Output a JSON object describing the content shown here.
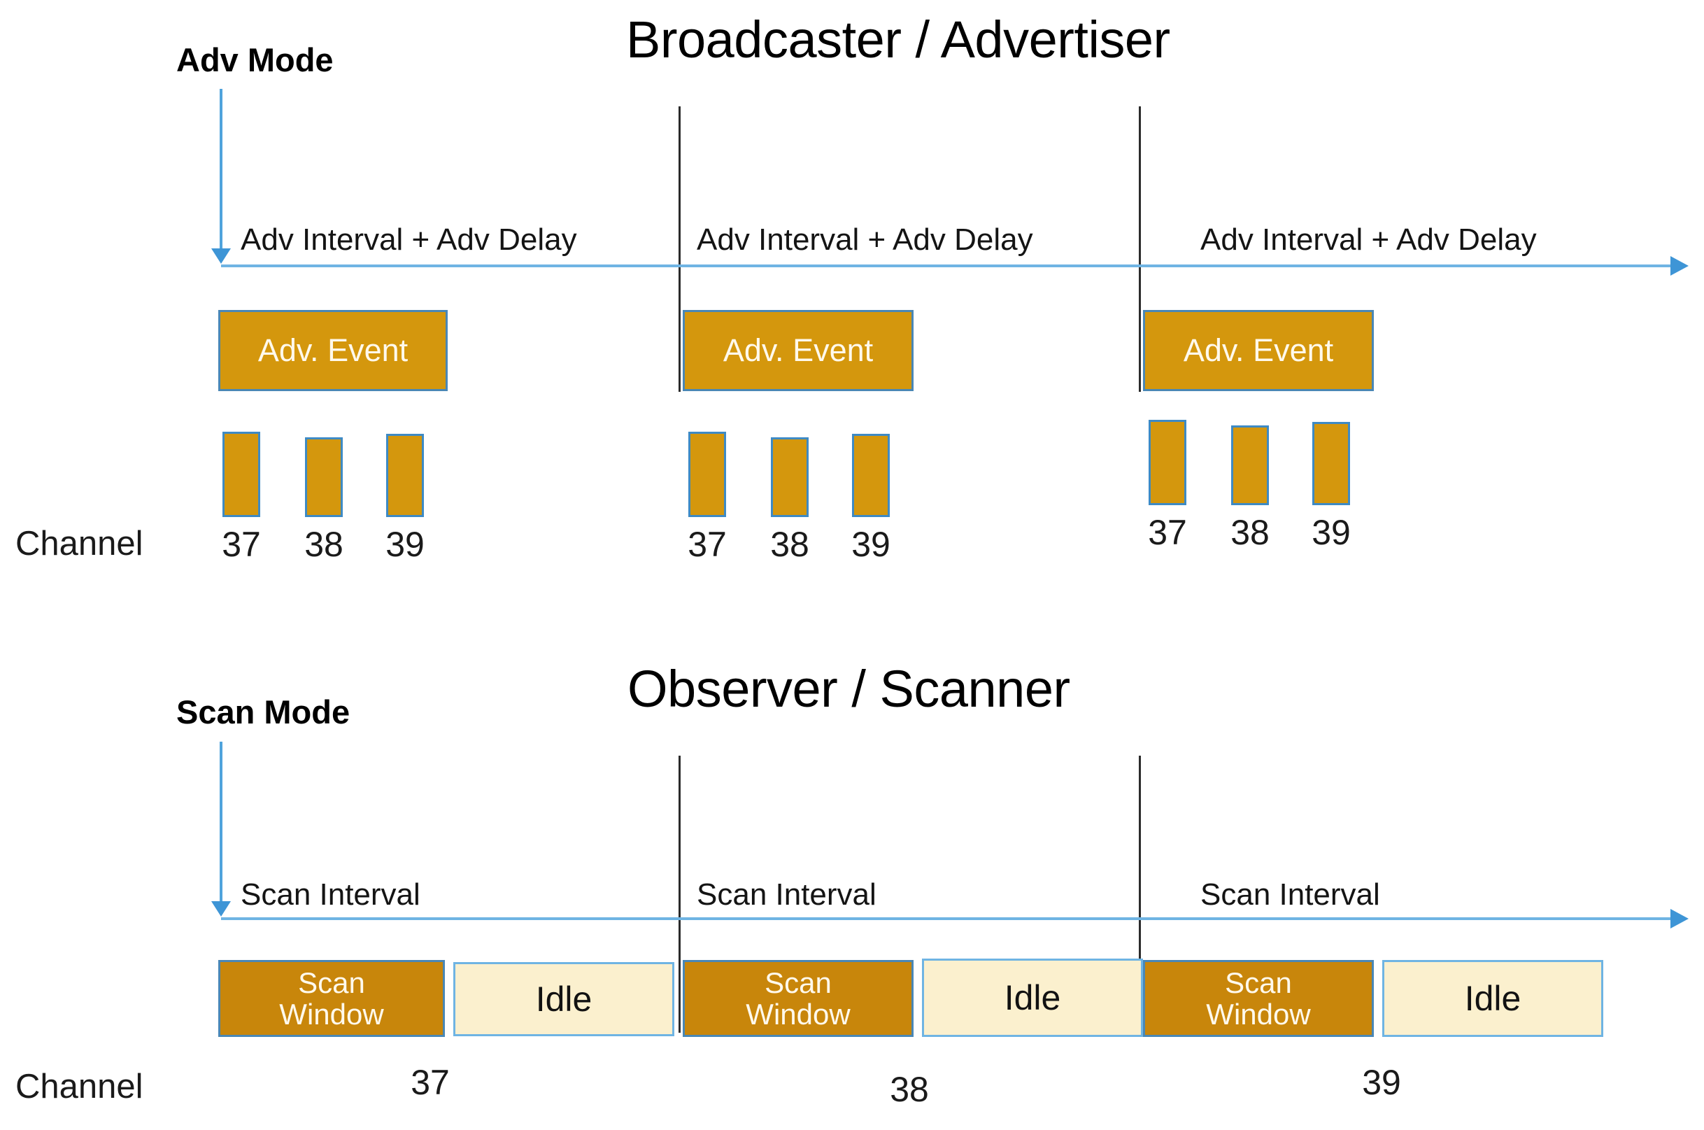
{
  "advertiser": {
    "title": "Broadcaster / Advertiser",
    "mode_label": "Adv Mode",
    "channel_label": "Channel",
    "interval_caption": "Adv Interval + Adv Delay",
    "event_label": "Adv. Event",
    "groups": [
      {
        "interval_caption": "Adv Interval + Adv Delay",
        "event_label": "Adv. Event",
        "channels": [
          "37",
          "38",
          "39"
        ]
      },
      {
        "interval_caption": "Adv Interval + Adv Delay",
        "event_label": "Adv. Event",
        "channels": [
          "37",
          "38",
          "39"
        ]
      },
      {
        "interval_caption": "Adv Interval + Adv Delay",
        "event_label": "Adv. Event",
        "channels": [
          "37",
          "38",
          "39"
        ]
      }
    ]
  },
  "scanner": {
    "title": "Observer / Scanner",
    "mode_label": "Scan Mode",
    "channel_label": "Channel",
    "interval_caption": "Scan Interval",
    "scan_window_line1": "Scan",
    "scan_window_line2": "Window",
    "idle_label": "Idle",
    "groups": [
      {
        "interval_caption": "Scan Interval",
        "scan_window_line1": "Scan",
        "scan_window_line2": "Window",
        "idle_label": "Idle",
        "channel": "37"
      },
      {
        "interval_caption": "Scan Interval",
        "scan_window_line1": "Scan",
        "scan_window_line2": "Window",
        "idle_label": "Idle",
        "channel": "38"
      },
      {
        "interval_caption": "Scan Interval",
        "scan_window_line1": "Scan",
        "scan_window_line2": "Window",
        "idle_label": "Idle",
        "channel": "39"
      }
    ]
  },
  "colors": {
    "event_fill": "#D4970D",
    "scan_window_fill": "#C8860B",
    "idle_fill": "#FBF0CE",
    "box_border": "#4A87B5",
    "channel_border": "#3E8AC4",
    "timeline": "#6FB4E3",
    "arrow": "#3E95D6",
    "divider": "#2b2b2b",
    "text": "#0d0d0d"
  }
}
